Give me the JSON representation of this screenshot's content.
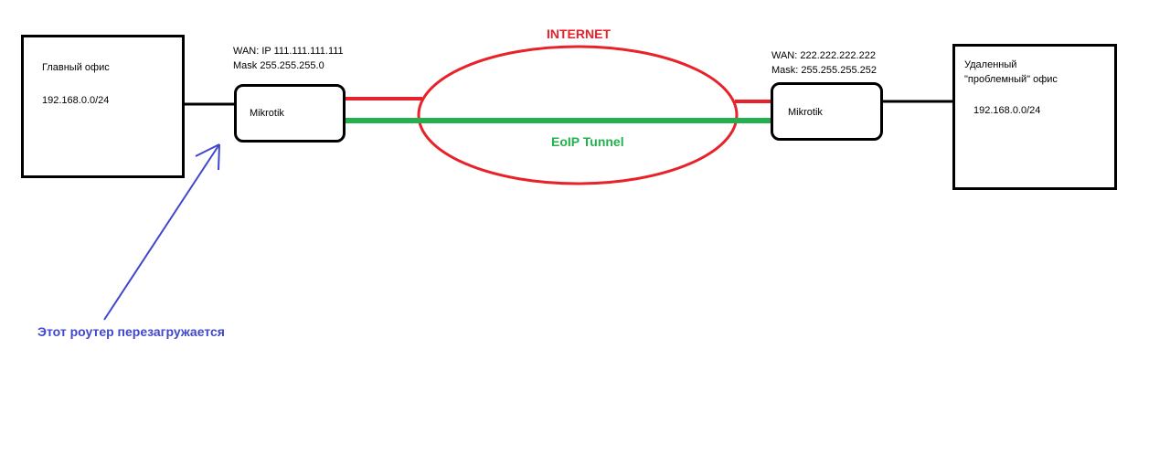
{
  "main_office": {
    "name": "Главный офис",
    "subnet": "192.168.0.0/24"
  },
  "router_left": {
    "label": "Mikrotik",
    "wan": "WAN: IP 111.111.111.111",
    "mask": "Mask 255.255.255.0"
  },
  "router_right": {
    "label": "Mikrotik",
    "wan": "WAN: 222.222.222.222",
    "mask": "Mask: 255.255.255.252"
  },
  "remote_office": {
    "name_line1": "Удаленный",
    "name_line2": "\"проблемный\" офис",
    "subnet": "192.168.0.0/24"
  },
  "internet_label": "INTERNET",
  "tunnel_label": "EoIP Tunnel",
  "annotation": "Этот роутер перезагружается",
  "colors": {
    "internet": "#e8222a",
    "tunnel": "#22b14c",
    "annotation": "#3f48cc",
    "link": "#000000"
  }
}
